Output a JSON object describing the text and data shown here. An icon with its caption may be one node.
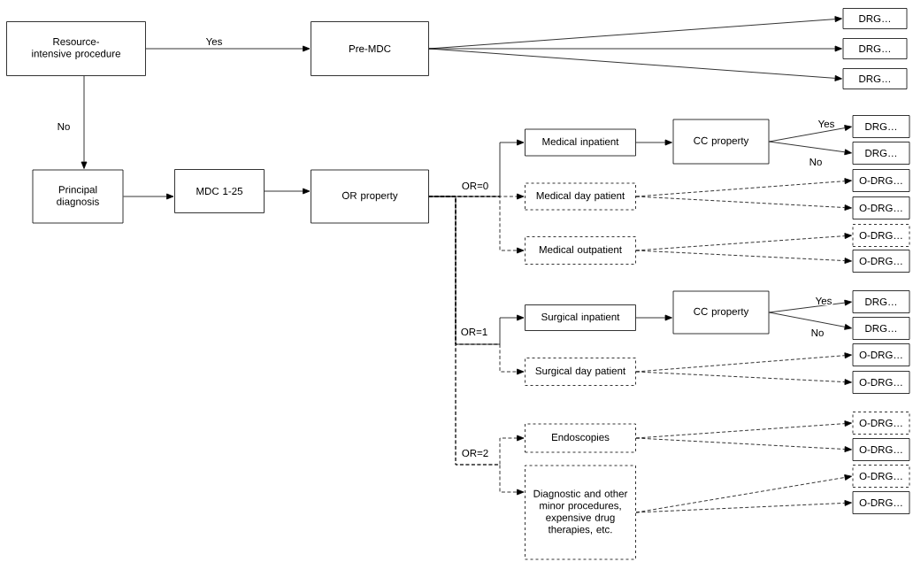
{
  "diagram": {
    "nodes": [
      {
        "text": [
          "Resource-intensive procedure"
        ]
      },
      {
        "text": [
          "Pre-MDC"
        ]
      },
      {
        "text": [
          "DRG…"
        ]
      },
      {
        "text": [
          "DRG…"
        ]
      },
      {
        "text": [
          "DRG…"
        ]
      },
      {
        "text": [
          "Principal diagnosis"
        ]
      },
      {
        "text": [
          "MDC 1-25"
        ]
      },
      {
        "text": [
          "OR property"
        ]
      },
      {
        "text": [
          "Medical inpatient"
        ]
      },
      {
        "text": [
          "CC property"
        ]
      },
      {
        "text": [
          "DRG…"
        ]
      },
      {
        "text": [
          "DRG…"
        ]
      },
      {
        "text": [
          "Medical day patient"
        ]
      },
      {
        "text": [
          "O-DRG…"
        ]
      },
      {
        "text": [
          "O-DRG…"
        ]
      },
      {
        "text": [
          "Medical outpatient"
        ]
      },
      {
        "text": [
          "O-DRG…"
        ]
      },
      {
        "text": [
          "O-DRG…"
        ]
      },
      {
        "text": [
          "Surgical inpatient"
        ]
      },
      {
        "text": [
          "CC property"
        ]
      },
      {
        "text": [
          "DRG…"
        ]
      },
      {
        "text": [
          "DRG…"
        ]
      },
      {
        "text": [
          "Surgical day patient"
        ]
      },
      {
        "text": [
          "O-DRG…"
        ]
      },
      {
        "text": [
          "O-DRG…"
        ]
      },
      {
        "text": [
          "Endoscopies"
        ]
      },
      {
        "text": [
          "O-DRG…"
        ]
      },
      {
        "text": [
          "O-DRG…"
        ]
      },
      {
        "text": [
          "Diagnostic and other minor procedures, expensive drug therapies, etc."
        ]
      },
      {
        "text": [
          "O-DRG…"
        ]
      },
      {
        "text": [
          "O-DRG…"
        ]
      }
    ],
    "edges": [
      {
        "from": 0,
        "to": 1,
        "arrow": "to",
        "label": "Yes"
      },
      {
        "from": 0,
        "to": 5,
        "arrow": "to",
        "label": "No"
      },
      {
        "from": 1,
        "to": 2,
        "arrow": "to"
      },
      {
        "from": 1,
        "to": 3,
        "arrow": "to"
      },
      {
        "from": 1,
        "to": 4,
        "arrow": "to"
      },
      {
        "from": 5,
        "to": 6,
        "arrow": "to"
      },
      {
        "from": 6,
        "to": 7,
        "arrow": "to"
      },
      {
        "from": 7,
        "to": 8,
        "arrow": "to",
        "label": "OR=0"
      },
      {
        "from": 7,
        "to": 12,
        "arrow": "to",
        "style": "dashed"
      },
      {
        "from": 7,
        "to": 15,
        "arrow": "to",
        "style": "dashed"
      },
      {
        "from": 7,
        "to": 18,
        "arrow": "to",
        "label": "OR=1"
      },
      {
        "from": 7,
        "to": 22,
        "arrow": "to",
        "style": "dashed"
      },
      {
        "from": 7,
        "to": 25,
        "arrow": "to",
        "style": "dashed",
        "label": "OR=2"
      },
      {
        "from": 7,
        "to": 28,
        "arrow": "to",
        "style": "dashed"
      },
      {
        "from": 8,
        "to": 9,
        "arrow": "to"
      },
      {
        "from": 9,
        "to": 10,
        "arrow": "to",
        "label": "Yes"
      },
      {
        "from": 9,
        "to": 11,
        "arrow": "to",
        "label": "No"
      },
      {
        "from": 12,
        "to": 13,
        "arrow": "to",
        "style": "dashed"
      },
      {
        "from": 12,
        "to": 14,
        "arrow": "to",
        "style": "dashed"
      },
      {
        "from": 15,
        "to": 16,
        "arrow": "to",
        "style": "dashed"
      },
      {
        "from": 15,
        "to": 17,
        "arrow": "to",
        "style": "dashed"
      },
      {
        "from": 18,
        "to": 19,
        "arrow": "to"
      },
      {
        "from": 19,
        "to": 20,
        "arrow": "to",
        "label": "Yes"
      },
      {
        "from": 19,
        "to": 21,
        "arrow": "to",
        "label": "No"
      },
      {
        "from": 22,
        "to": 23,
        "arrow": "to",
        "style": "dashed"
      },
      {
        "from": 22,
        "to": 24,
        "arrow": "to",
        "style": "dashed"
      },
      {
        "from": 25,
        "to": 26,
        "arrow": "to",
        "style": "dashed"
      },
      {
        "from": 25,
        "to": 27,
        "arrow": "to",
        "style": "dashed"
      },
      {
        "from": 28,
        "to": 29,
        "arrow": "to",
        "style": "dashed"
      },
      {
        "from": 28,
        "to": 30,
        "arrow": "to",
        "style": "dashed"
      }
    ]
  }
}
